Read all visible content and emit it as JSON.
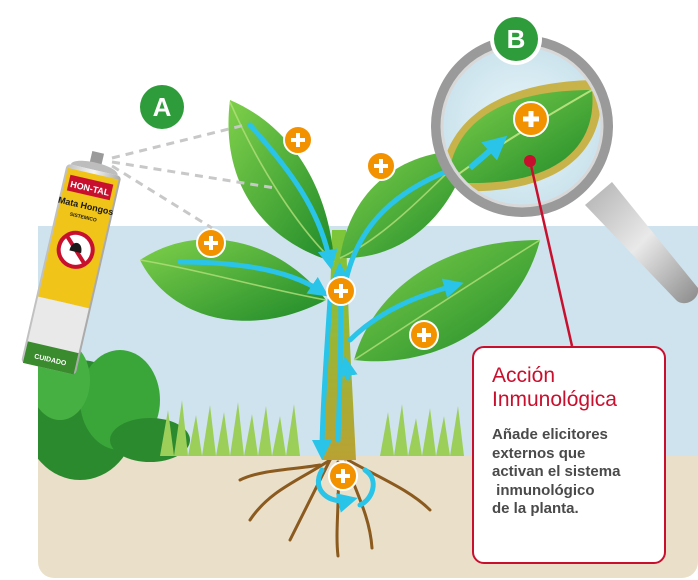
{
  "labels": {
    "a": "A",
    "b": "B"
  },
  "can": {
    "brand": "HON-TAL",
    "product": "Mata Hongos",
    "type": "SISTEMICO",
    "warning": "CUIDADO"
  },
  "card": {
    "title": [
      "Acción",
      "Inmunológica"
    ],
    "body": [
      "Añade elicitores",
      "externos que",
      "activan el sistema",
      " inmunológico",
      "de la planta."
    ]
  },
  "icons": [
    "plus-icon",
    "magnifier-icon",
    "spray-can-icon",
    "plant-icon"
  ],
  "colors": {
    "accent_red": "#c8102e",
    "leaf_green": "#2f9e2f",
    "badge_orange": "#f39200",
    "label_green": "#2e9c3a",
    "arrow_cyan": "#29c4e8",
    "sky_blue": "#cfe3ee",
    "soil": "#eadfc9"
  }
}
